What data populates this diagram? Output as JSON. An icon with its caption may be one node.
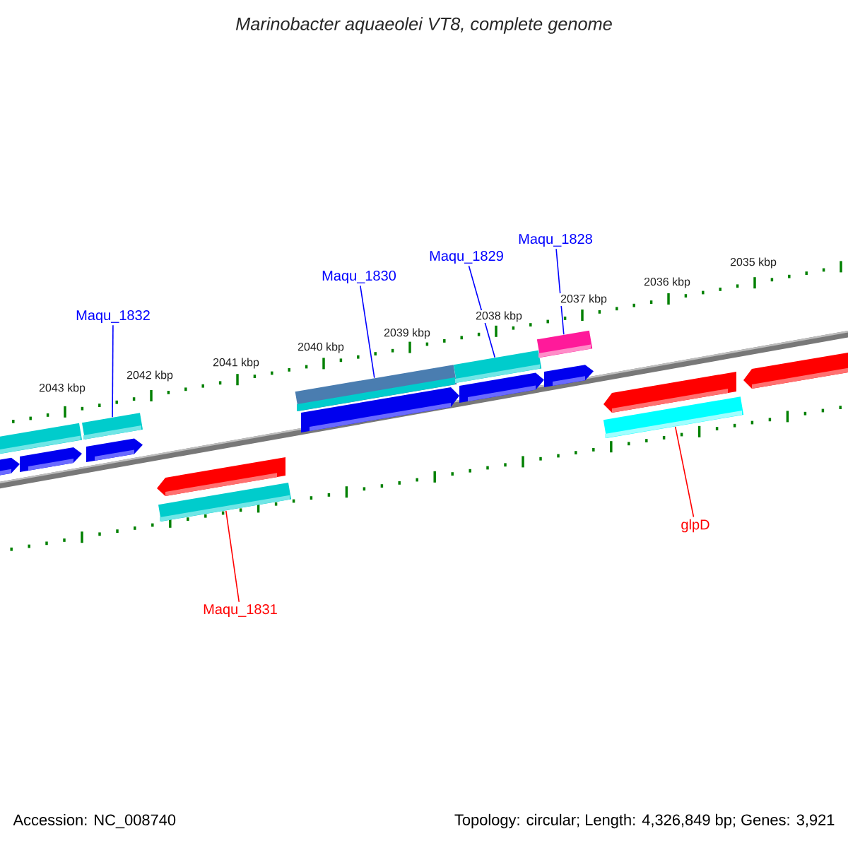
{
  "diagram": {
    "title": "Marinobacter aquaeolei VT8, complete genome",
    "nodes": [
      {
        "text": [
          "Maqu_1832"
        ]
      },
      {
        "text": [],
        "shape": "bar"
      },
      {
        "text": [
          "Maqu_1830"
        ]
      },
      {
        "text": [],
        "shape": "bar"
      },
      {
        "text": [
          "Maqu_1829"
        ]
      },
      {
        "text": [],
        "shape": "bar"
      },
      {
        "text": [
          "Maqu_1828"
        ]
      },
      {
        "text": [],
        "shape": "bar"
      },
      {
        "text": [
          "Maqu_1831"
        ]
      },
      {
        "text": [],
        "shape": "bar"
      },
      {
        "text": [
          "glpD"
        ]
      },
      {
        "text": [],
        "shape": "bar"
      },
      {
        "text": [],
        "shape": "bar"
      },
      {
        "text": [],
        "shape": "arrow"
      },
      {
        "text": [],
        "shape": "arrow"
      },
      {
        "text": [],
        "shape": "arrow"
      },
      {
        "text": [],
        "shape": "arrow"
      },
      {
        "text": [],
        "shape": "arrow"
      },
      {
        "text": [],
        "shape": "arrow"
      },
      {
        "text": [],
        "shape": "arrow"
      },
      {
        "text": [],
        "shape": "arrow"
      },
      {
        "text": [],
        "shape": "arrow"
      }
    ],
    "edges": [
      {
        "from": 0,
        "to": 1,
        "arrow": "none",
        "color": "#0000ff"
      },
      {
        "from": 2,
        "to": 3,
        "arrow": "none",
        "color": "#0000ff"
      },
      {
        "from": 4,
        "to": 5,
        "arrow": "none",
        "color": "#0000ff"
      },
      {
        "from": 6,
        "to": 7,
        "arrow": "none",
        "color": "#0000ff"
      },
      {
        "from": 8,
        "to": 9,
        "arrow": "none",
        "color": "#ff0000"
      },
      {
        "from": 10,
        "to": 11,
        "arrow": "none",
        "color": "#ff0000"
      }
    ],
    "labels": [
      "2035 kbp",
      "2036 kbp",
      "2037 kbp",
      "2038 kbp",
      "2039 kbp",
      "2040 kbp",
      "2041 kbp",
      "2042 kbp",
      "2043 kbp",
      "Accession: NC_008740",
      "Topology: circular; Length: 4,326,849 bp; Genes: 3,921"
    ]
  }
}
